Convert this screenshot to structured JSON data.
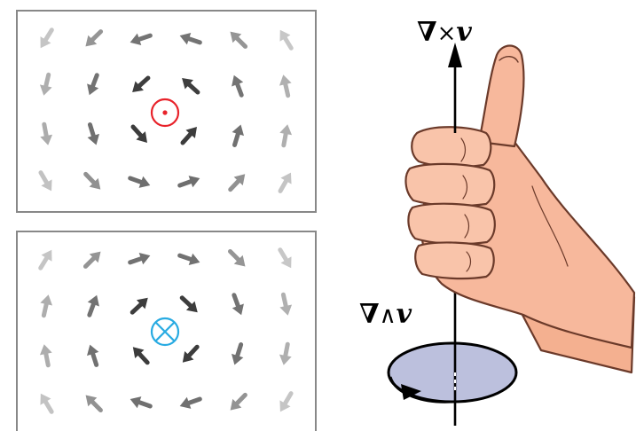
{
  "labels": {
    "curl_nabla": "∇",
    "curl_op": "×",
    "curl_v": "v",
    "wedge_nabla": "∇",
    "wedge_op": "∧",
    "wedge_v": "v"
  },
  "colors": {
    "panel_border": "#888888",
    "vortex_ccw": "#e8222a",
    "vortex_cw": "#29abe2",
    "disc_fill": "#bcc0dd",
    "skin": "#f7b89c",
    "skin_outline": "#6b3a2a",
    "axis": "#000000"
  },
  "field_panels": [
    {
      "name": "counterclockwise-field",
      "rotation": "counterclockwise",
      "symbol": "out-of-page",
      "symbol_color": "#e8222a"
    },
    {
      "name": "clockwise-field",
      "rotation": "clockwise",
      "symbol": "into-page",
      "symbol_color": "#29abe2"
    }
  ],
  "icons": [
    "dot-circle-icon",
    "cross-circle-icon",
    "thumbs-up-hand-icon",
    "rotation-arrow-icon",
    "up-arrow-icon"
  ]
}
